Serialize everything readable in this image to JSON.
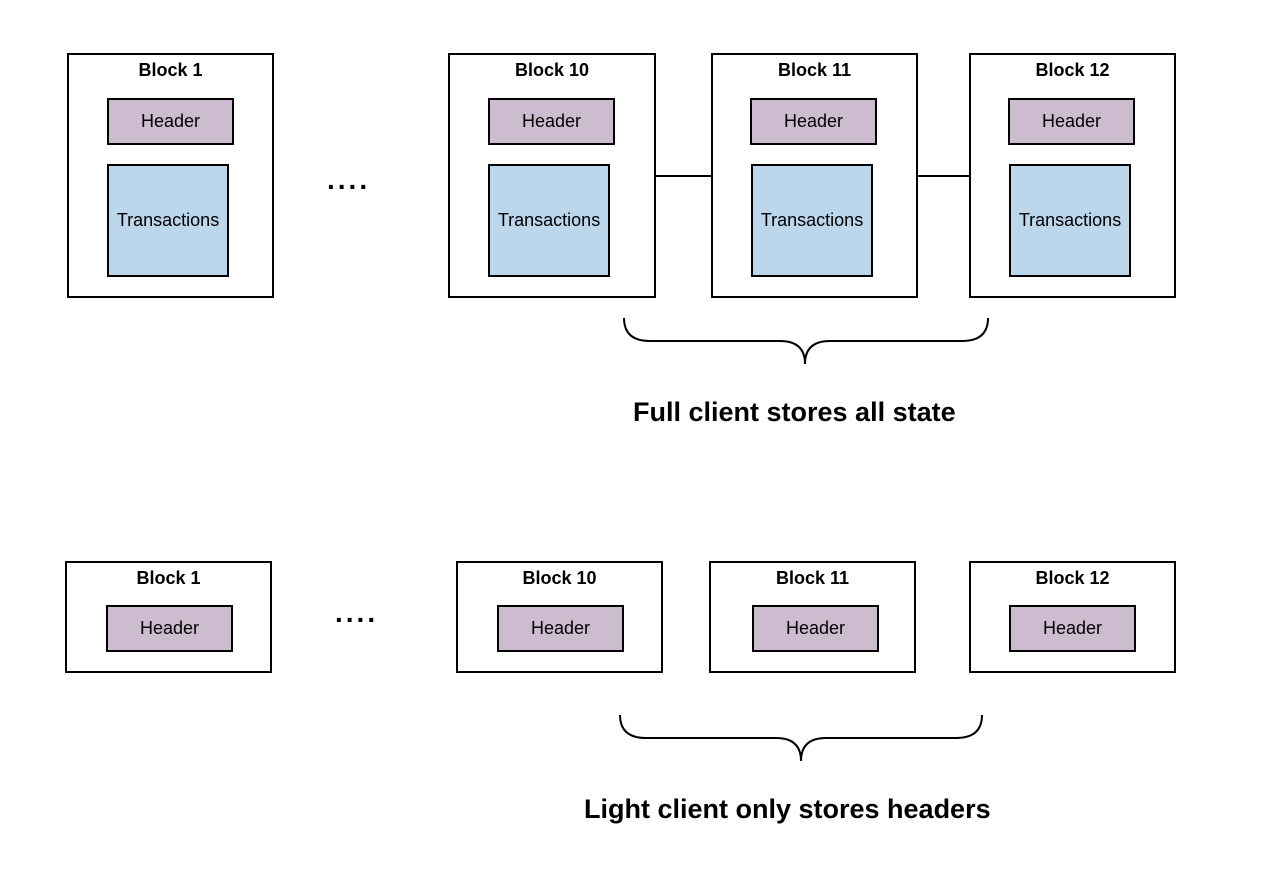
{
  "full": {
    "blocks": [
      {
        "title": "Block 1",
        "header": "Header",
        "transactions": "Transactions"
      },
      {
        "title": "Block 10",
        "header": "Header",
        "transactions": "Transactions"
      },
      {
        "title": "Block 11",
        "header": "Header",
        "transactions": "Transactions"
      },
      {
        "title": "Block 12",
        "header": "Header",
        "transactions": "Transactions"
      }
    ],
    "ellipsis": "....",
    "caption": "Full client stores all state"
  },
  "light": {
    "blocks": [
      {
        "title": "Block 1",
        "header": "Header"
      },
      {
        "title": "Block 10",
        "header": "Header"
      },
      {
        "title": "Block 11",
        "header": "Header"
      },
      {
        "title": "Block 12",
        "header": "Header"
      }
    ],
    "ellipsis": "....",
    "caption": "Light client only stores headers"
  },
  "colors": {
    "header_fill": "#cdbccf",
    "transactions_fill": "#bcd6ec",
    "stroke": "#000000"
  }
}
